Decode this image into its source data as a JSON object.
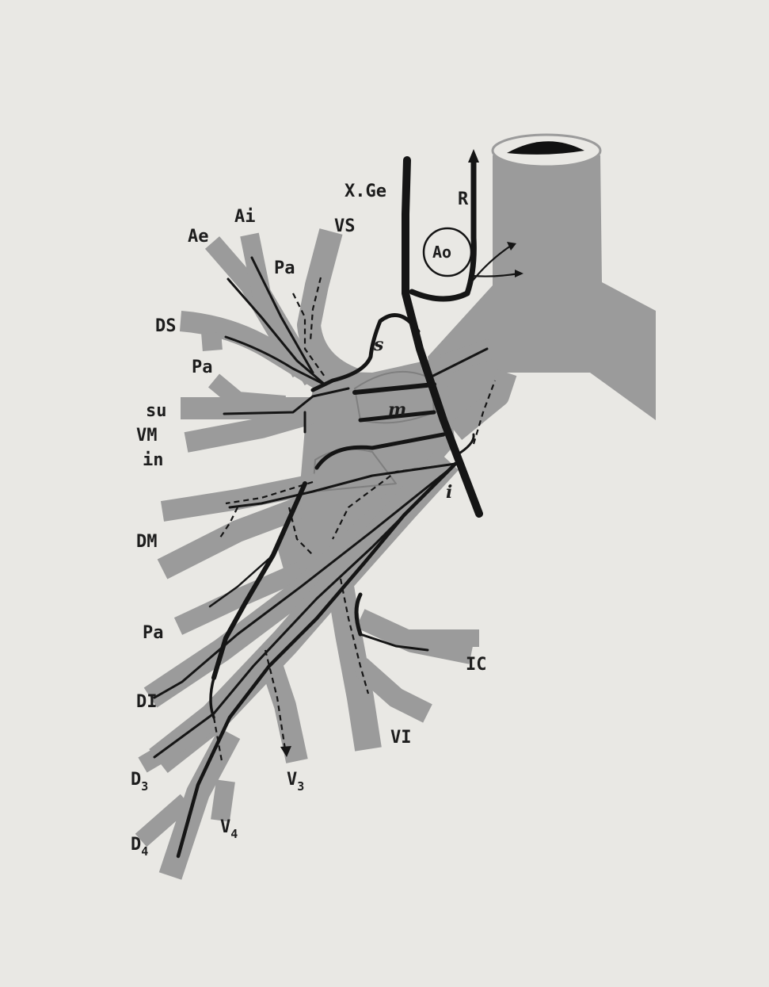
{
  "labels": {
    "x_ge": "X.Ge",
    "r": "R",
    "ao": "Ao",
    "ai": "Ai",
    "ae": "Ae",
    "vs": "VS",
    "pa_top": "Pa",
    "ds": "DS",
    "pa_mid": "Pa",
    "su": "su",
    "vm": "VM",
    "in": "in",
    "s": "s",
    "m": "m",
    "i": "i",
    "dm": "DM",
    "pa_low": "Pa",
    "di": "DI",
    "ic": "IC",
    "vi": "VI",
    "d3": "D",
    "d3_sub": "3",
    "v3": "V",
    "v3_sub": "3",
    "d4": "D",
    "d4_sub": "4",
    "v4": "V",
    "v4_sub": "4"
  },
  "colors": {
    "background": "#e9e8e4",
    "vessel": "#9b9b9b",
    "nerve": "#151515"
  }
}
